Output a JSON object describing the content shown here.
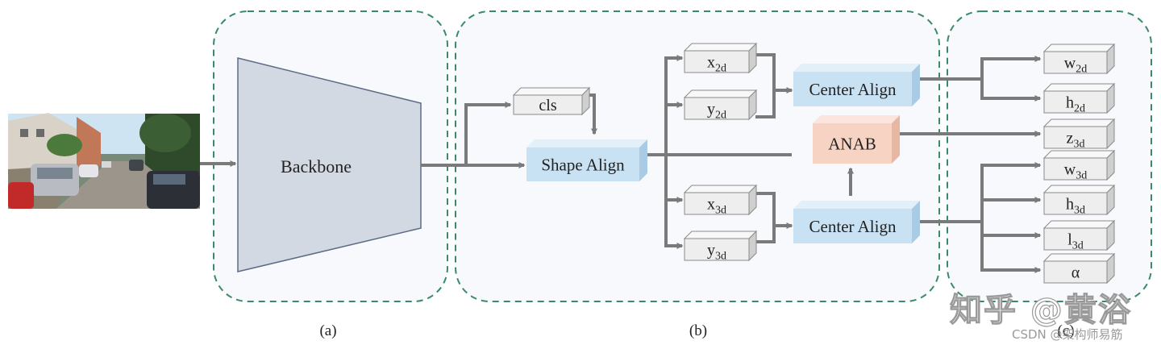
{
  "diagram": {
    "input_image": "street-scene-photo",
    "backbone": {
      "label": "Backbone"
    },
    "cls": {
      "label": "cls"
    },
    "shape_align": {
      "label": "Shape Align"
    },
    "center_align_top": {
      "label": "Center Align"
    },
    "center_align_bottom": {
      "label": "Center Align"
    },
    "anab": {
      "label": "ANAB"
    },
    "mid_outputs": [
      {
        "id": "x2d",
        "base": "x",
        "sub": "2d"
      },
      {
        "id": "y2d",
        "base": "y",
        "sub": "2d"
      },
      {
        "id": "x3d",
        "base": "x",
        "sub": "3d"
      },
      {
        "id": "y3d",
        "base": "y",
        "sub": "3d"
      }
    ],
    "outputs": [
      {
        "id": "w2d",
        "base": "w",
        "sub": "2d"
      },
      {
        "id": "h2d",
        "base": "h",
        "sub": "2d"
      },
      {
        "id": "z3d",
        "base": "z",
        "sub": "3d"
      },
      {
        "id": "w3d",
        "base": "w",
        "sub": "3d"
      },
      {
        "id": "h3d",
        "base": "h",
        "sub": "3d"
      },
      {
        "id": "l3d",
        "base": "l",
        "sub": "3d"
      },
      {
        "id": "alpha",
        "base": "α",
        "sub": ""
      }
    ],
    "panel_labels": {
      "a": "(a)",
      "b": "(b)",
      "c": "(c)"
    },
    "colors": {
      "dashed_border": "#3a8a6a",
      "panel_fill": "#f7f9fc",
      "arrow": "#7a7a7a",
      "backbone_fill": "#d3d9e2",
      "align_front": "#c9e2f3",
      "align_top": "#e2f0fa",
      "align_side": "#a9cbe3",
      "anab_front": "#f7d3c4",
      "anab_top": "#fbe5dc",
      "anab_side": "#e7b7a4",
      "small_front": "#eeeeee",
      "small_top": "#f8f8f8",
      "small_side": "#cfcfcf"
    }
  },
  "watermark": {
    "main": "知乎 @黄浴",
    "footer": "CSDN @架构师易筋"
  }
}
